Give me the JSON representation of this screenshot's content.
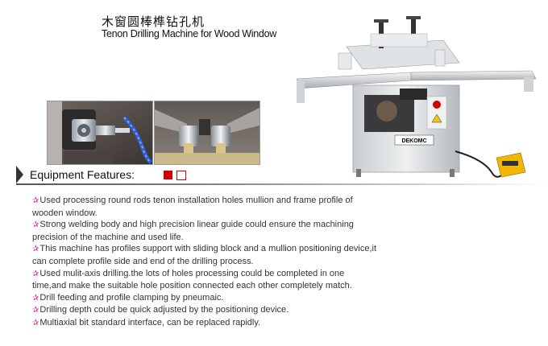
{
  "title": {
    "chinese": "木窗圆棒榫钻孔机",
    "english": "Tenon Drilling Machine for Wood Window"
  },
  "section": {
    "title": "Equipment Features:"
  },
  "features": [
    "Used processing round rods tenon installation holes mullion and frame profile of wooden window.",
    "Strong welding body and high precision linear guide could ensure the machining precision of the machine and used life.",
    "This machine has profiles support with sliding block and a mullion positioning device,it can complete profile side and end of the drilling process.",
    "Used mulit-axis drilling.the lots of holes processing could be completed in one time,and make the suitable hole position connected each other completely match.",
    "Drill feeding and profile clamping by pneumaic.",
    "Drilling depth could be quick adjusted by the positioning device.",
    "Multiaxial bit standard interface, can be replaced rapidly."
  ],
  "machine_label": "DEKOMC",
  "colors": {
    "accent": "#d40000",
    "bullet": "#e0007a"
  }
}
